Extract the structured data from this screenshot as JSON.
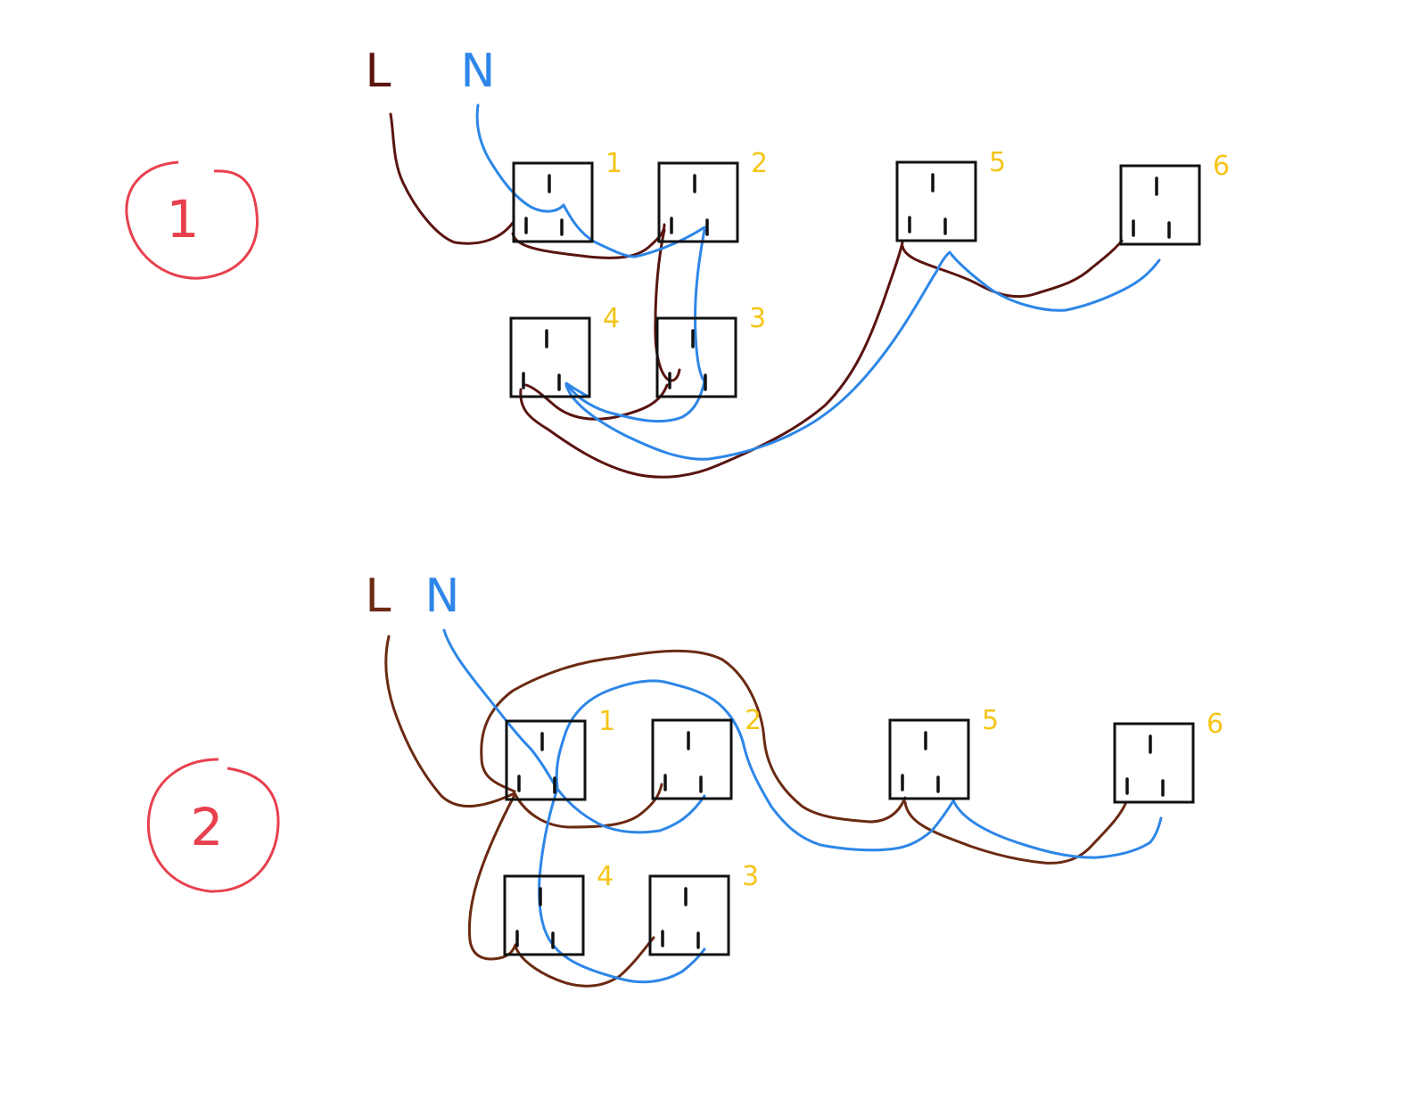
{
  "colors": {
    "live": "#5a1410",
    "live2": "#6b2a12",
    "neutral": "#2d86e8",
    "number": "#f5c518",
    "circle": "#e8404d",
    "box": "#111111"
  },
  "diagram1": {
    "label": "1",
    "live_label": "L",
    "neutral_label": "N",
    "sockets": [
      {
        "id": "1",
        "label": "1"
      },
      {
        "id": "2",
        "label": "2"
      },
      {
        "id": "3",
        "label": "3"
      },
      {
        "id": "4",
        "label": "4"
      },
      {
        "id": "5",
        "label": "5"
      },
      {
        "id": "6",
        "label": "6"
      }
    ]
  },
  "diagram2": {
    "label": "2",
    "live_label": "L",
    "neutral_label": "N",
    "sockets": [
      {
        "id": "1",
        "label": "1"
      },
      {
        "id": "2",
        "label": "2"
      },
      {
        "id": "3",
        "label": "3"
      },
      {
        "id": "4",
        "label": "4"
      },
      {
        "id": "5",
        "label": "5"
      },
      {
        "id": "6",
        "label": "6"
      }
    ]
  }
}
